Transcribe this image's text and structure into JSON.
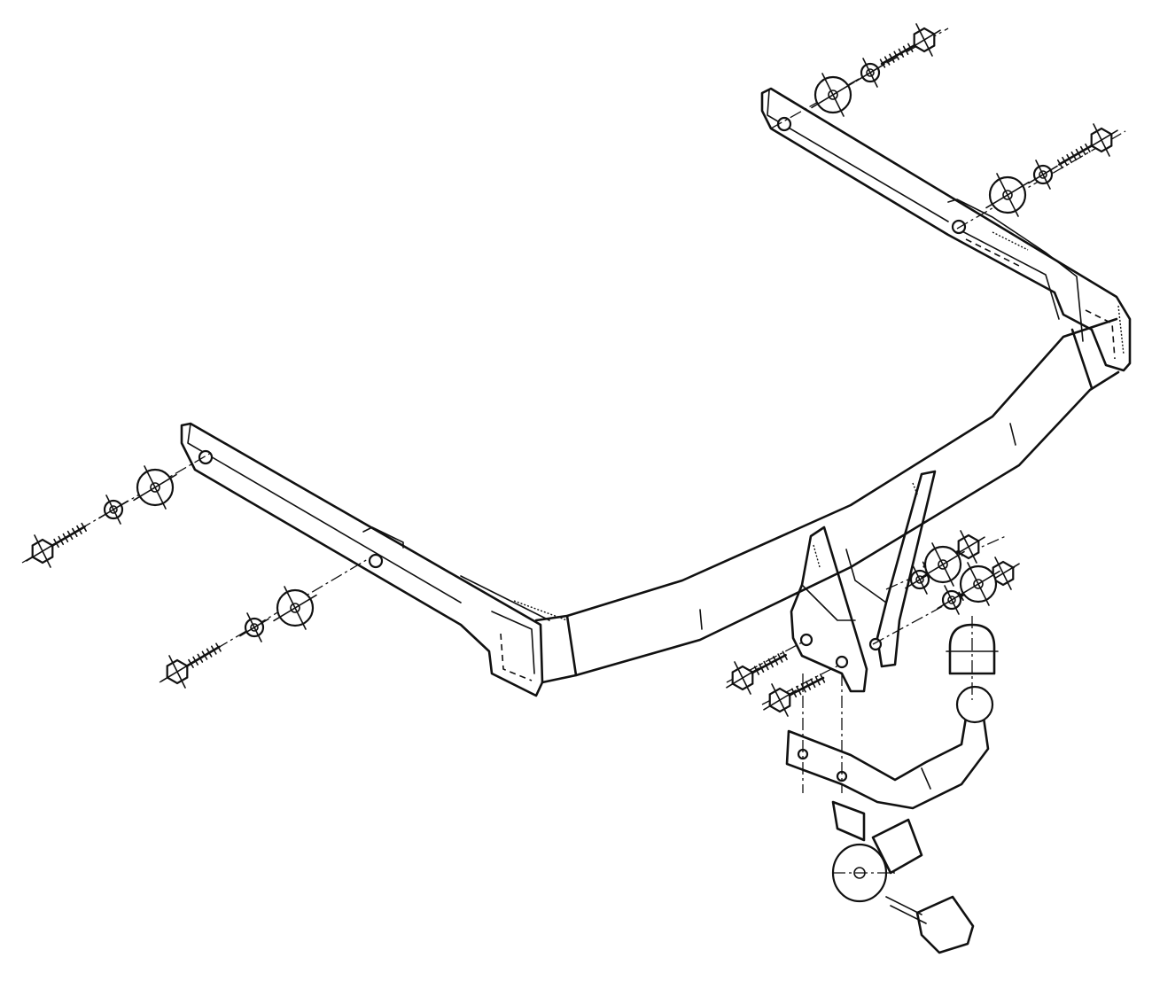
{
  "diagram": {
    "parts": {
      "crossbar": "tow-bar-crossbeam",
      "left_arm": "left-mounting-bracket",
      "right_arm": "right-mounting-bracket",
      "center_bracket": "ball-neck-mounting-plate",
      "ball_neck": "tow-ball-neck",
      "ball_cover": "tow-ball-cap",
      "socket_bracket": "electrical-socket-bracket",
      "socket": "seven-pin-socket",
      "connector": "wiring-connector"
    },
    "fastener_count": 8,
    "line_color": "#111111",
    "background_color": "#ffffff"
  }
}
